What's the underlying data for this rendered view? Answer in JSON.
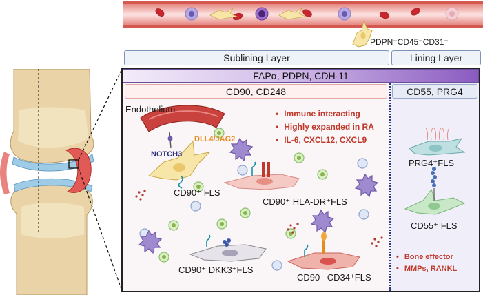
{
  "top_marker": "PDPN⁺CD45⁻CD31⁻",
  "layers": {
    "sublining": "Sublining Layer",
    "lining": "Lining Layer"
  },
  "panel": {
    "shared_markers": "FAPα, PDPN, CDH-11",
    "sublining_markers": "CD90, CD248",
    "lining_markers": "CD55, PRG4"
  },
  "sublining": {
    "endothelium": "Endothelium",
    "ligand": "DLL4/JAG2",
    "receptor": "NOTCH3",
    "traits": [
      "Immune interacting",
      "Highly expanded in RA",
      "IL-6, CXCL12, CXCL9"
    ],
    "cells": {
      "cd90": "CD90⁺ FLS",
      "hla": "CD90⁺ HLA-DR⁺FLS",
      "dkk3": "CD90⁺ DKK3⁺FLS",
      "cd34": "CD90⁺ CD34⁺FLS"
    }
  },
  "lining": {
    "prg4": "PRG4⁺FLS",
    "cd55": "CD55⁺ FLS",
    "traits": [
      "Bone effector",
      "MMPs, RANKL"
    ]
  },
  "colors": {
    "vessel": "#d9605a",
    "rbc": "#c8262e",
    "trait_text": "#c0392b",
    "ligand_text": "#e8891c",
    "receptor_text": "#2a2f7a",
    "fibroblast": "#f7e6a8",
    "lining_cell": "#bfe0e0"
  }
}
